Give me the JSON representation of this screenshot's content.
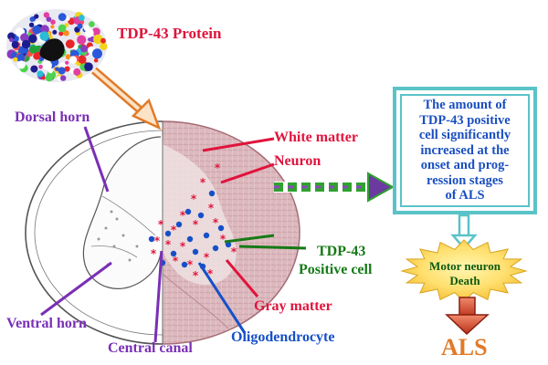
{
  "labels": {
    "title": "TDP-43 Protein",
    "dorsal_horn": "Dorsal horn",
    "ventral_horn": "Ventral horn",
    "central_canal": "Central canal",
    "white_matter": "White matter",
    "neuron": "Neuron",
    "tdp43_line1": "TDP-43",
    "tdp43_line2": "Positive cell",
    "gray_matter": "Gray matter",
    "oligodendrocyte": "Oligodendrocyte",
    "motor_line1": "Motor neuron",
    "motor_line2": "Death",
    "als": "ALS"
  },
  "info_box": {
    "lines": [
      "The amount of",
      "TDP-43 positive",
      "cell significantly",
      "increased at the",
      "onset and prog-",
      "ression stages",
      "of ALS"
    ]
  },
  "colors": {
    "purple": "#7a2fb5",
    "red": "#e0143c",
    "green": "#167a16",
    "blue": "#1650c8",
    "teal": "#5ac3c8",
    "orange": "#e07a28",
    "tissue": "#d9b5ba"
  }
}
